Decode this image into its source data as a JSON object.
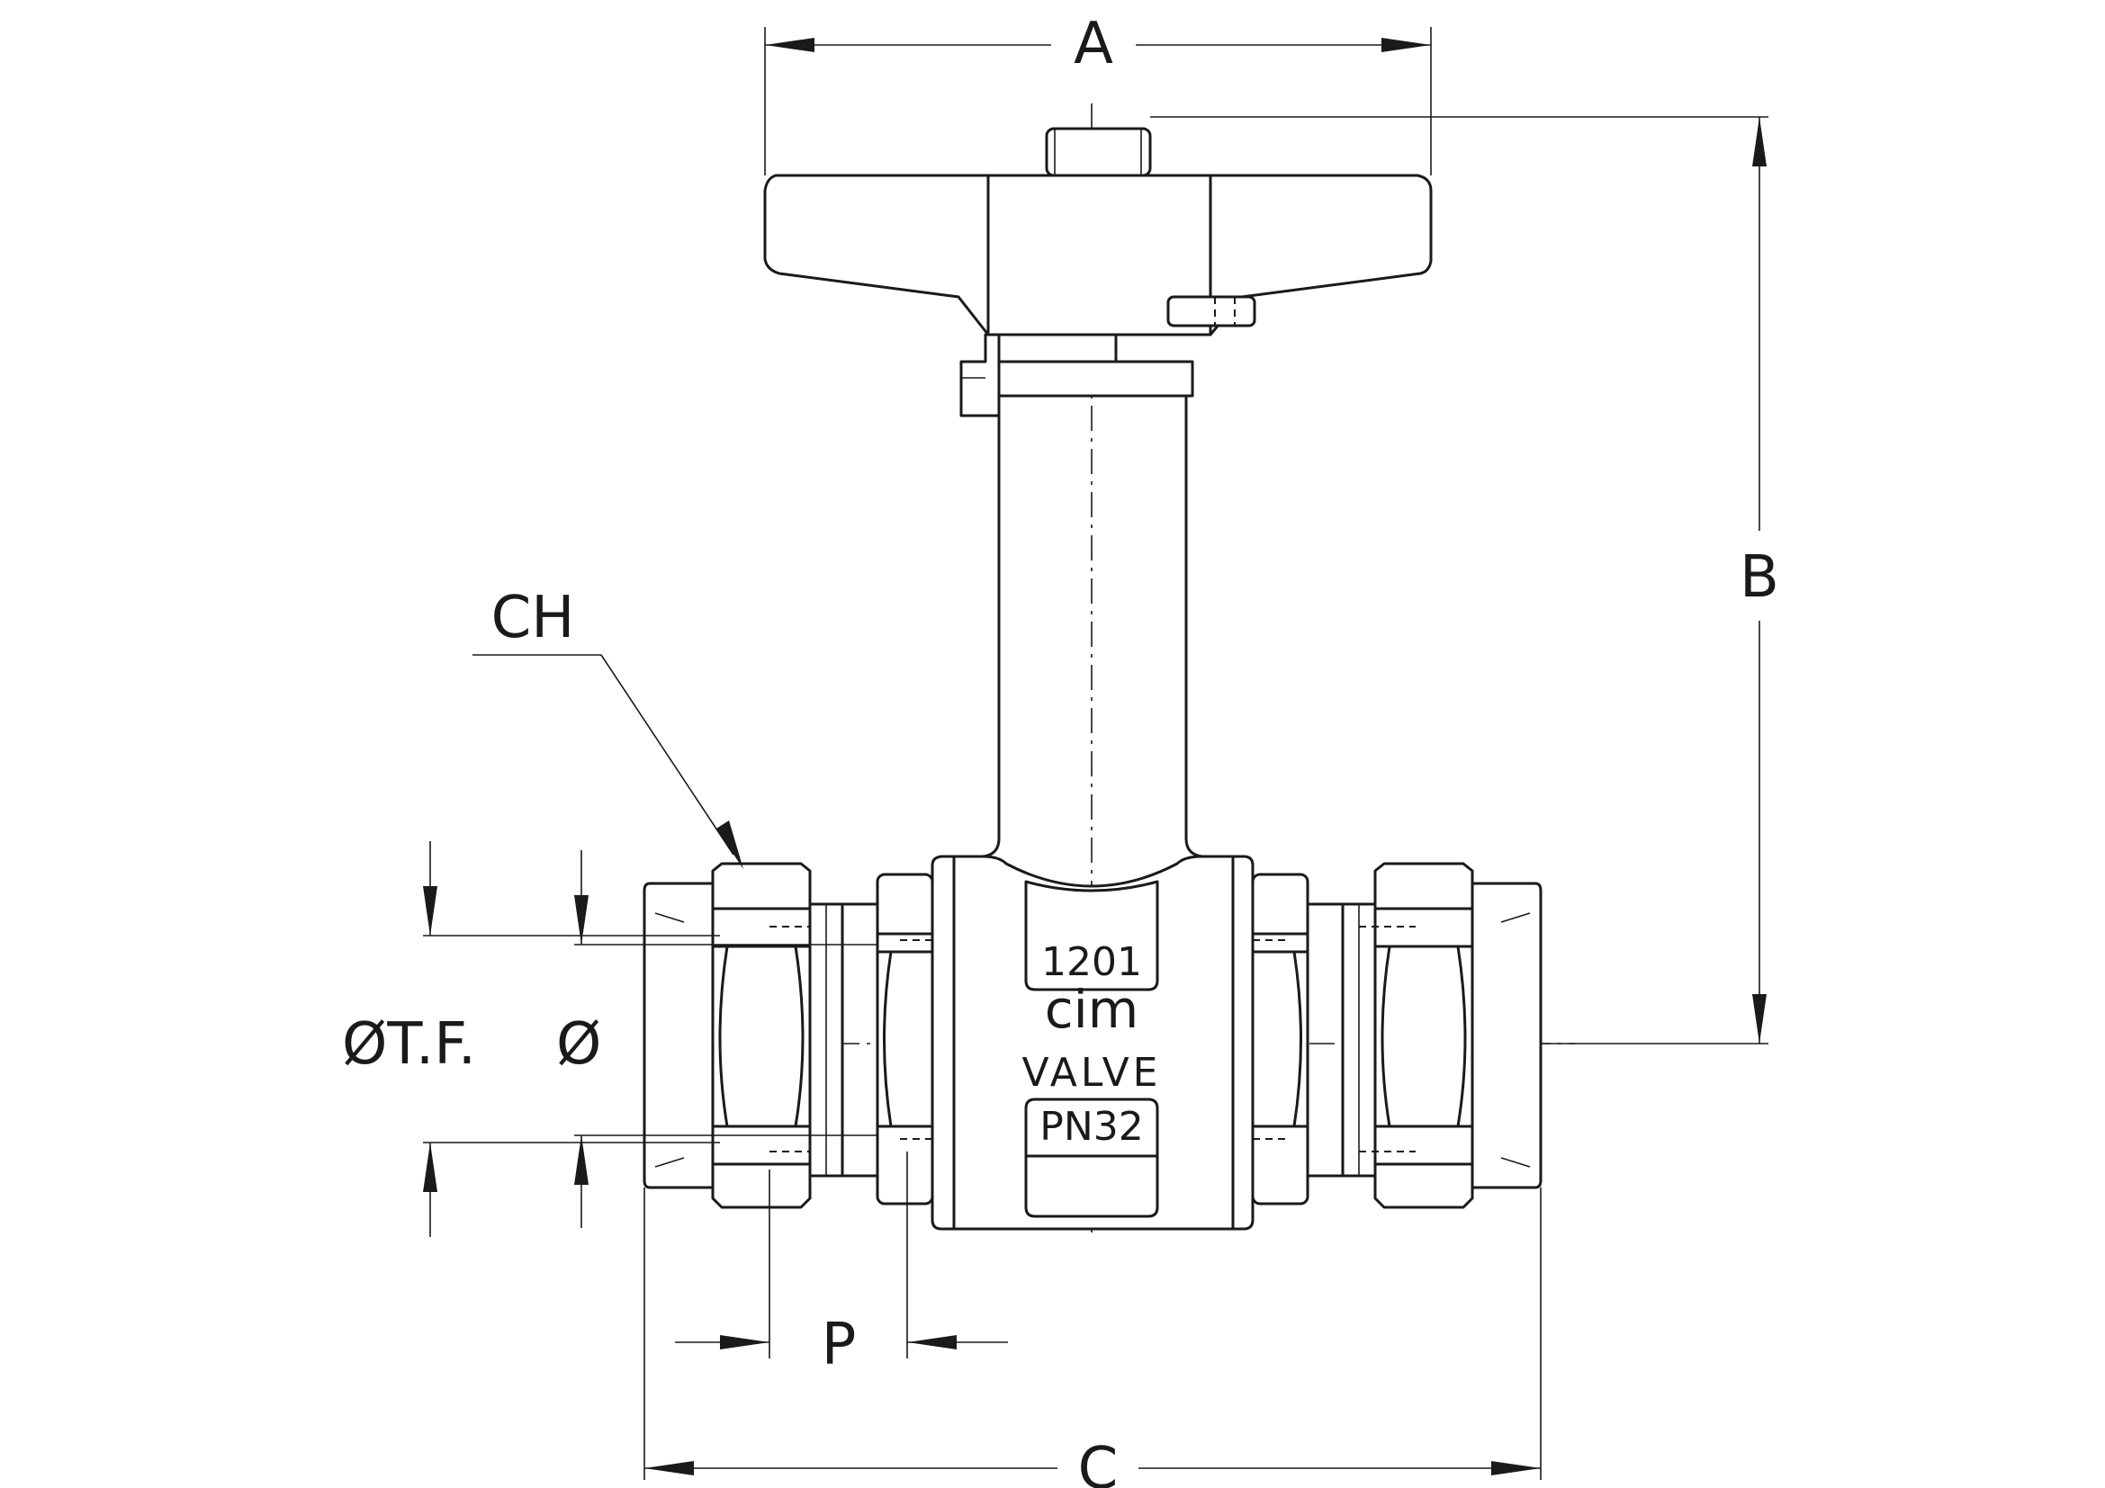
{
  "dimensions": {
    "A": "A",
    "B": "B",
    "C": "C",
    "P": "P",
    "CH": "CH",
    "diameter_tf": "ØT.F.",
    "diameter": "Ø"
  },
  "body_markings": {
    "model": "1201",
    "brand": "cim",
    "valve": "VALVE",
    "pressure": "PN32"
  },
  "colors": {
    "line": "#1a1a1a",
    "background": "#ffffff"
  }
}
